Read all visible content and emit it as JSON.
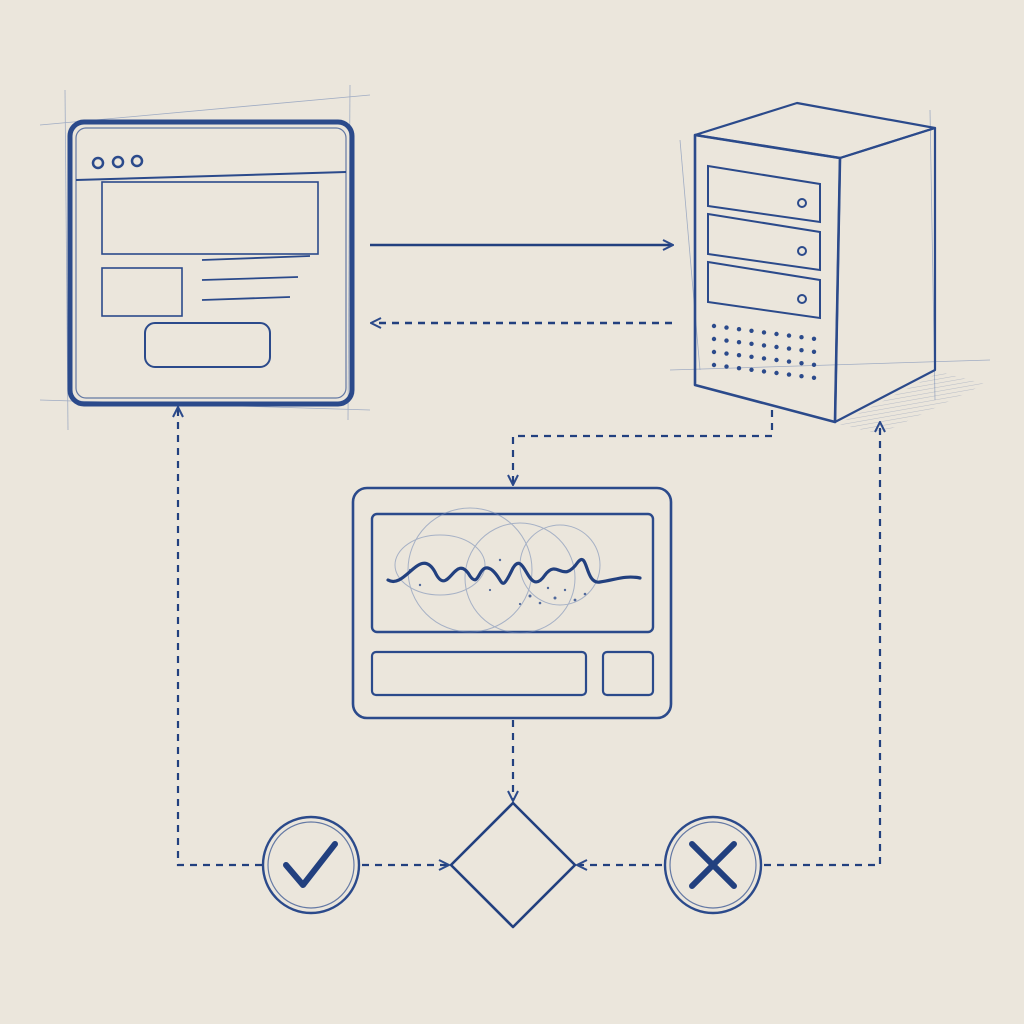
{
  "palette": {
    "paper": "#ebe6dc",
    "ink": "#2b4a8b",
    "ink_light": "#6f86b3"
  },
  "nodes": [
    {
      "id": "browser",
      "icon": "browser-window-icon"
    },
    {
      "id": "server",
      "icon": "server-tower-icon"
    },
    {
      "id": "monitor",
      "icon": "signal-monitor-icon"
    },
    {
      "id": "decision",
      "icon": "decision-diamond-icon"
    },
    {
      "id": "success",
      "icon": "checkmark-circle-icon"
    },
    {
      "id": "failure",
      "icon": "x-circle-icon"
    }
  ],
  "edges": [
    {
      "from": "browser",
      "to": "server",
      "style": "solid"
    },
    {
      "from": "server",
      "to": "browser",
      "style": "dashed"
    },
    {
      "from": "server",
      "to": "monitor",
      "style": "dashed"
    },
    {
      "from": "monitor",
      "to": "decision",
      "style": "dashed"
    },
    {
      "from": "success",
      "to": "decision",
      "style": "dashed"
    },
    {
      "from": "failure",
      "to": "decision",
      "style": "dashed"
    },
    {
      "from": "success",
      "to": "browser",
      "style": "dashed"
    },
    {
      "from": "failure",
      "to": "server",
      "style": "dashed"
    }
  ]
}
